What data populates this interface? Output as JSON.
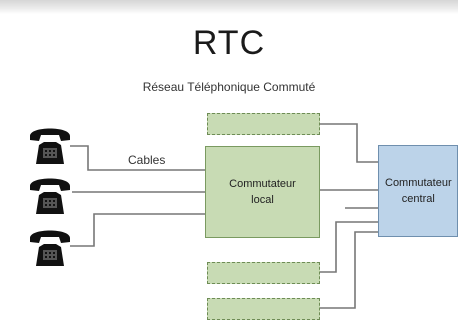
{
  "diagram": {
    "title": "RTC",
    "subtitle": "Réseau Téléphonique Commuté",
    "cables_label": "Cables",
    "local_switch": {
      "line1": "Commutateur",
      "line2": "local"
    },
    "central_switch": {
      "line1": "Commutateur",
      "line2": "central"
    },
    "colors": {
      "local_switch_fill": "#c8dbb4",
      "central_switch_fill": "#bcd3e9",
      "connector_line": "#777777"
    },
    "icons": [
      "telephone-icon",
      "telephone-icon",
      "telephone-icon"
    ]
  }
}
